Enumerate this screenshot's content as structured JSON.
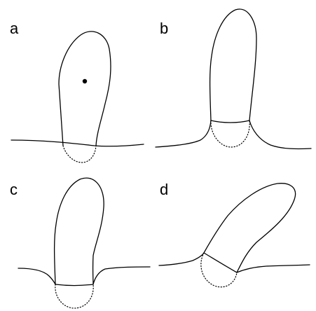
{
  "panels": {
    "a": {
      "label": "a"
    },
    "b": {
      "label": "b"
    },
    "c": {
      "label": "c"
    },
    "d": {
      "label": "d"
    }
  },
  "colors": {
    "line": "#000000",
    "background": "#ffffff"
  }
}
